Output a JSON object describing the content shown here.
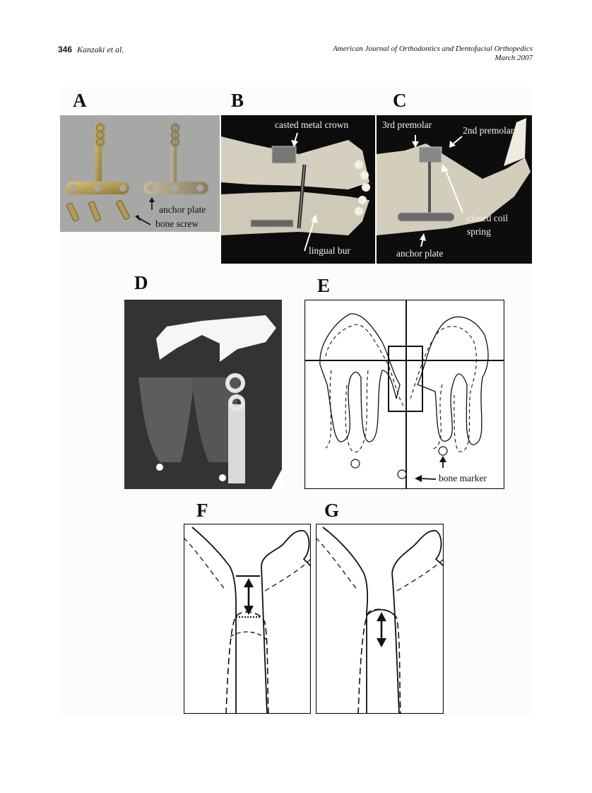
{
  "header": {
    "page_number": "346",
    "authors": "Kanzaki et al.",
    "journal": "American Journal of Orthodontics and Dentofacial Orthopedics",
    "date": "March 2007"
  },
  "figure": {
    "panel_labels": [
      "A",
      "B",
      "C",
      "D",
      "E",
      "F",
      "G"
    ],
    "panel_a": {
      "anchor_plate": "anchor plate",
      "bone_screw": "bone screw"
    },
    "panel_b": {
      "casted_metal_crown": "casted metal crown",
      "lingual_bur": "lingual bur"
    },
    "panel_c": {
      "third_premolar": "3rd premolar",
      "second_premolar": "2nd premolar",
      "closed_coil": "closed coil",
      "spring": "spring",
      "anchor_plate": "anchor plate"
    },
    "panel_e": {
      "bone_marker": "bone marker"
    }
  }
}
